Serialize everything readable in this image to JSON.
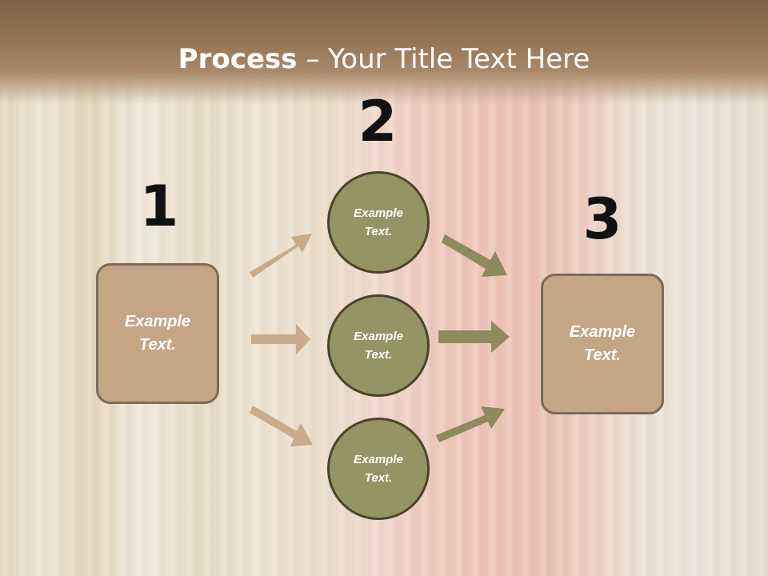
{
  "slide": {
    "title_bold": "Process",
    "title_sep": " – ",
    "title_rest": "Your Title Text Here"
  },
  "steps": {
    "one": {
      "number": "1",
      "text": "Example Text."
    },
    "two": {
      "number": "2"
    },
    "three": {
      "number": "3",
      "text": "Example Text."
    }
  },
  "circles": [
    {
      "text": "Example Text."
    },
    {
      "text": "Example Text."
    },
    {
      "text": "Example Text."
    }
  ],
  "colors": {
    "box_fill": "#c4a584",
    "circle_fill": "#959465",
    "left_arrow": "#c8ab8a",
    "right_arrow": "#8d8a5e"
  },
  "icons": {
    "arrow": "arrow-icon"
  }
}
